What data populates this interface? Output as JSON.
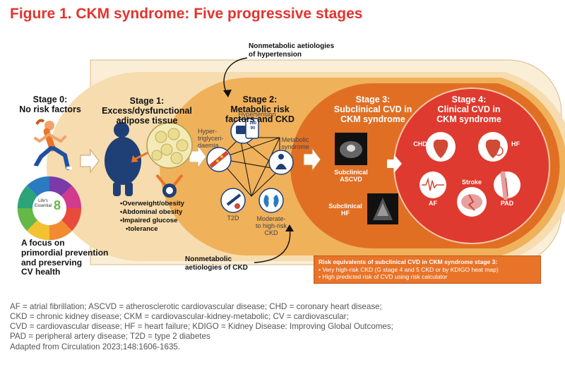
{
  "title": "Figure 1. CKM syndrome: Five progressive stages",
  "stages": [
    {
      "title": "Stage 0:\nNo risk factors"
    },
    {
      "title": "Stage 1:\nExcess/dysfunctional\nadipose tissue"
    },
    {
      "title": "Stage 2:\nMetabolic risk\nfactors and CKD"
    },
    {
      "title": "Stage 3:\nSubclinical CVD in\nCKM syndrome"
    },
    {
      "title": "Stage 4:\nClinical CVD in\nCKM syndrome"
    }
  ],
  "stage0": {
    "logo_text": "Life's\nEssential",
    "logo_number": "8",
    "focus": "A focus on\nprimordial prevention\nand preserving\nCV health"
  },
  "stage1": {
    "bullets": [
      "Overweight/obesity",
      "Abdominal obesity",
      "Impaired glucose",
      "tolerance"
    ]
  },
  "stage2": {
    "labels": {
      "hypertension": "Hypertension",
      "hypertriglyceridaemia": "Hyper-\ntriglyceri-\ndaemia",
      "metabolic_syndrome": "Metabolic\nsyndrome",
      "t2d": "T2D",
      "ckd": "Moderate-\nto high-risk\nCKD"
    },
    "bp_reading": "160\n90"
  },
  "stage3": {
    "labels": {
      "ascvd": "Subclinical\nASCVD",
      "hf": "Subclinical\nHF"
    }
  },
  "stage4": {
    "labels": {
      "chd": "CHD",
      "hf": "HF",
      "af": "AF",
      "stroke": "Stroke",
      "pad": "PAD"
    }
  },
  "callouts": {
    "hypertension": "Nonmetabolic aetiologies\nof hypertension",
    "ckd": "Nonmetabolic\naetiologies of CKD"
  },
  "risk_box": {
    "heading": "Risk equivalents of subclinical CVD in CKM syndrome stage 3:",
    "items": [
      "Very high-risk CKD (G stage 4 and 5 CKD or by KDIGO heat map)",
      "High predicted risk of CVD using risk calculator"
    ]
  },
  "footer": [
    "AF = atrial fibrillation; ASCVD = atherosclerotic cardiovascular disease; CHD = coronary heart disease;",
    "CKD = chronic kidney disease; CKM = cardiovascular-kidney-metabolic; CV = cardiovascular;",
    "CVD = cardiovascular disease; HF = heart failure; KDIGO = Kidney Disease: Improving Global Outcomes;",
    "PAD = peripheral artery disease; T2D = type 2 diabetes",
    "Adapted from Circulation 2023;148:1606-1635."
  ],
  "colors": {
    "title": "#e3342f",
    "stage1": "#f6dcae",
    "stage2": "#f0b15b",
    "stage3": "#e06f24",
    "stage4": "#df3a2f"
  }
}
